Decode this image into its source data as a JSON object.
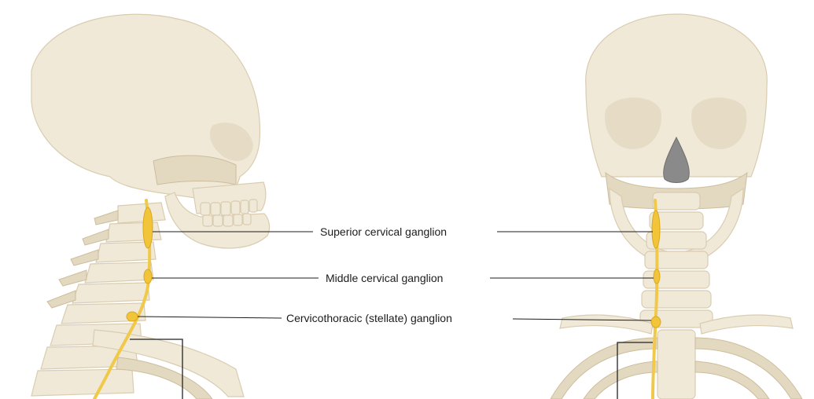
{
  "labels": {
    "superior": "Superior cervical ganglion",
    "middle": "Middle cervical ganglion",
    "stellate": "Cervicothoracic (stellate) ganglion"
  },
  "colors": {
    "bone": "#f0e9d8",
    "bone_outline": "#d9ccb0",
    "nerve": "#f0c94a",
    "ganglion": "#f2c43a",
    "leader_line": "#1c1c1c",
    "background": "#ffffff"
  }
}
